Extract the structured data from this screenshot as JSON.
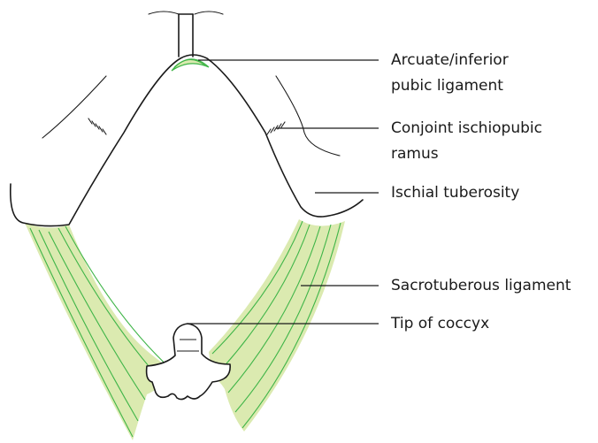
{
  "labels": {
    "arcuate": [
      "Arcuate/inferior",
      "pubic ligament"
    ],
    "conjoint": [
      "Conjoint ischiopubic",
      "ramus"
    ],
    "ischial": "Ischial tuberosity",
    "sacrotuberous": "Sacrotuberous ligament",
    "coccyx": "Tip of coccyx"
  },
  "colors": {
    "ligament_fill": "#dbeab0",
    "ligament_fibers": "#3fb548",
    "outline": "#1a1a1a",
    "background": "#ffffff"
  }
}
